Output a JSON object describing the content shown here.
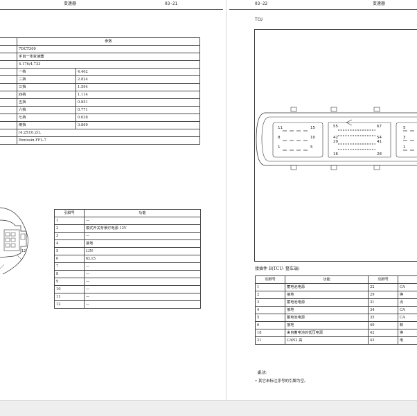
{
  "left_page": {
    "header": {
      "title": "变速器",
      "page_no": "03-21"
    },
    "params_table": {
      "header": "参数",
      "rows": [
        {
          "label": "",
          "value": "7DCT300"
        },
        {
          "label": "",
          "value": "手自一体变速器"
        },
        {
          "label": "",
          "value": "4.176/4.733"
        },
        {
          "label": "一挡",
          "value": "4.462"
        },
        {
          "label": "二挡",
          "value": "2.824"
        },
        {
          "label": "三挡",
          "value": "1.594"
        },
        {
          "label": "四挡",
          "value": "1.114"
        },
        {
          "label": "五挡",
          "value": "0.851"
        },
        {
          "label": "六挡",
          "value": "0.771"
        },
        {
          "label": "七挡",
          "value": "0.638"
        },
        {
          "label": "倒挡",
          "value": "3.869"
        },
        {
          "label": "",
          "value": "(4.25±0.2)L"
        },
        {
          "label": "",
          "value": "Pentosin FFL-7"
        }
      ]
    },
    "connector_figure": {
      "pin_label": "12"
    },
    "pin_table": {
      "col_pin": "引脚号",
      "col_func": "功能",
      "rows": [
        {
          "pin": "1",
          "func": "—"
        },
        {
          "pin": "2",
          "func": "模式开关背景灯电源 12V"
        },
        {
          "pin": "3",
          "func": "—"
        },
        {
          "pin": "4",
          "func": "接地"
        },
        {
          "pin": "5",
          "func": "LIN"
        },
        {
          "pin": "6",
          "func": "KL15"
        },
        {
          "pin": "7",
          "func": "—"
        },
        {
          "pin": "8",
          "func": "—"
        },
        {
          "pin": "9",
          "func": "—"
        },
        {
          "pin": "10",
          "func": "—"
        },
        {
          "pin": "11",
          "func": "—"
        },
        {
          "pin": "12",
          "func": "—"
        }
      ]
    }
  },
  "right_page": {
    "header": {
      "title": "变速器",
      "page_no": "03-22"
    },
    "tcu_label": "TCU",
    "connector_pins": {
      "row1": [
        "11",
        "15",
        "55",
        "67",
        "5"
      ],
      "row2": [
        "8",
        "10",
        "42",
        "54",
        "3"
      ],
      "row3": [
        "29",
        "41"
      ],
      "row4": [
        "1",
        "5",
        "1"
      ],
      "row5": [
        "16",
        "28"
      ]
    },
    "connector_caption": "接插件 B(TCU- 整车端)",
    "pin_table": {
      "headers": [
        "引脚号",
        "功能",
        "引脚号",
        ""
      ],
      "rows": [
        {
          "p1": "1",
          "f1": "蓄电池电源",
          "p2": "22",
          "f2": "CA"
        },
        {
          "p1": "2",
          "f1": "接地",
          "p2": "29",
          "f2": "换"
        },
        {
          "p1": "3",
          "f1": "蓄电池电源",
          "p2": "31",
          "f2": "点"
        },
        {
          "p1": "4",
          "f1": "接地",
          "p2": "34",
          "f2": "CA"
        },
        {
          "p1": "5",
          "f1": "蓄电池电源",
          "p2": "35",
          "f2": "CA"
        },
        {
          "p1": "6",
          "f1": "接地",
          "p2": "40",
          "f2": "制"
        },
        {
          "p1": "18",
          "f1": "来自蓄电池的低压电源",
          "p2": "42",
          "f2": "换"
        },
        {
          "p1": "21",
          "f1": "CAN2 高",
          "p2": "43",
          "f2": "电"
        }
      ]
    },
    "note": {
      "label": "备注:",
      "item": "其它未标注序号的引脚为空。"
    }
  }
}
